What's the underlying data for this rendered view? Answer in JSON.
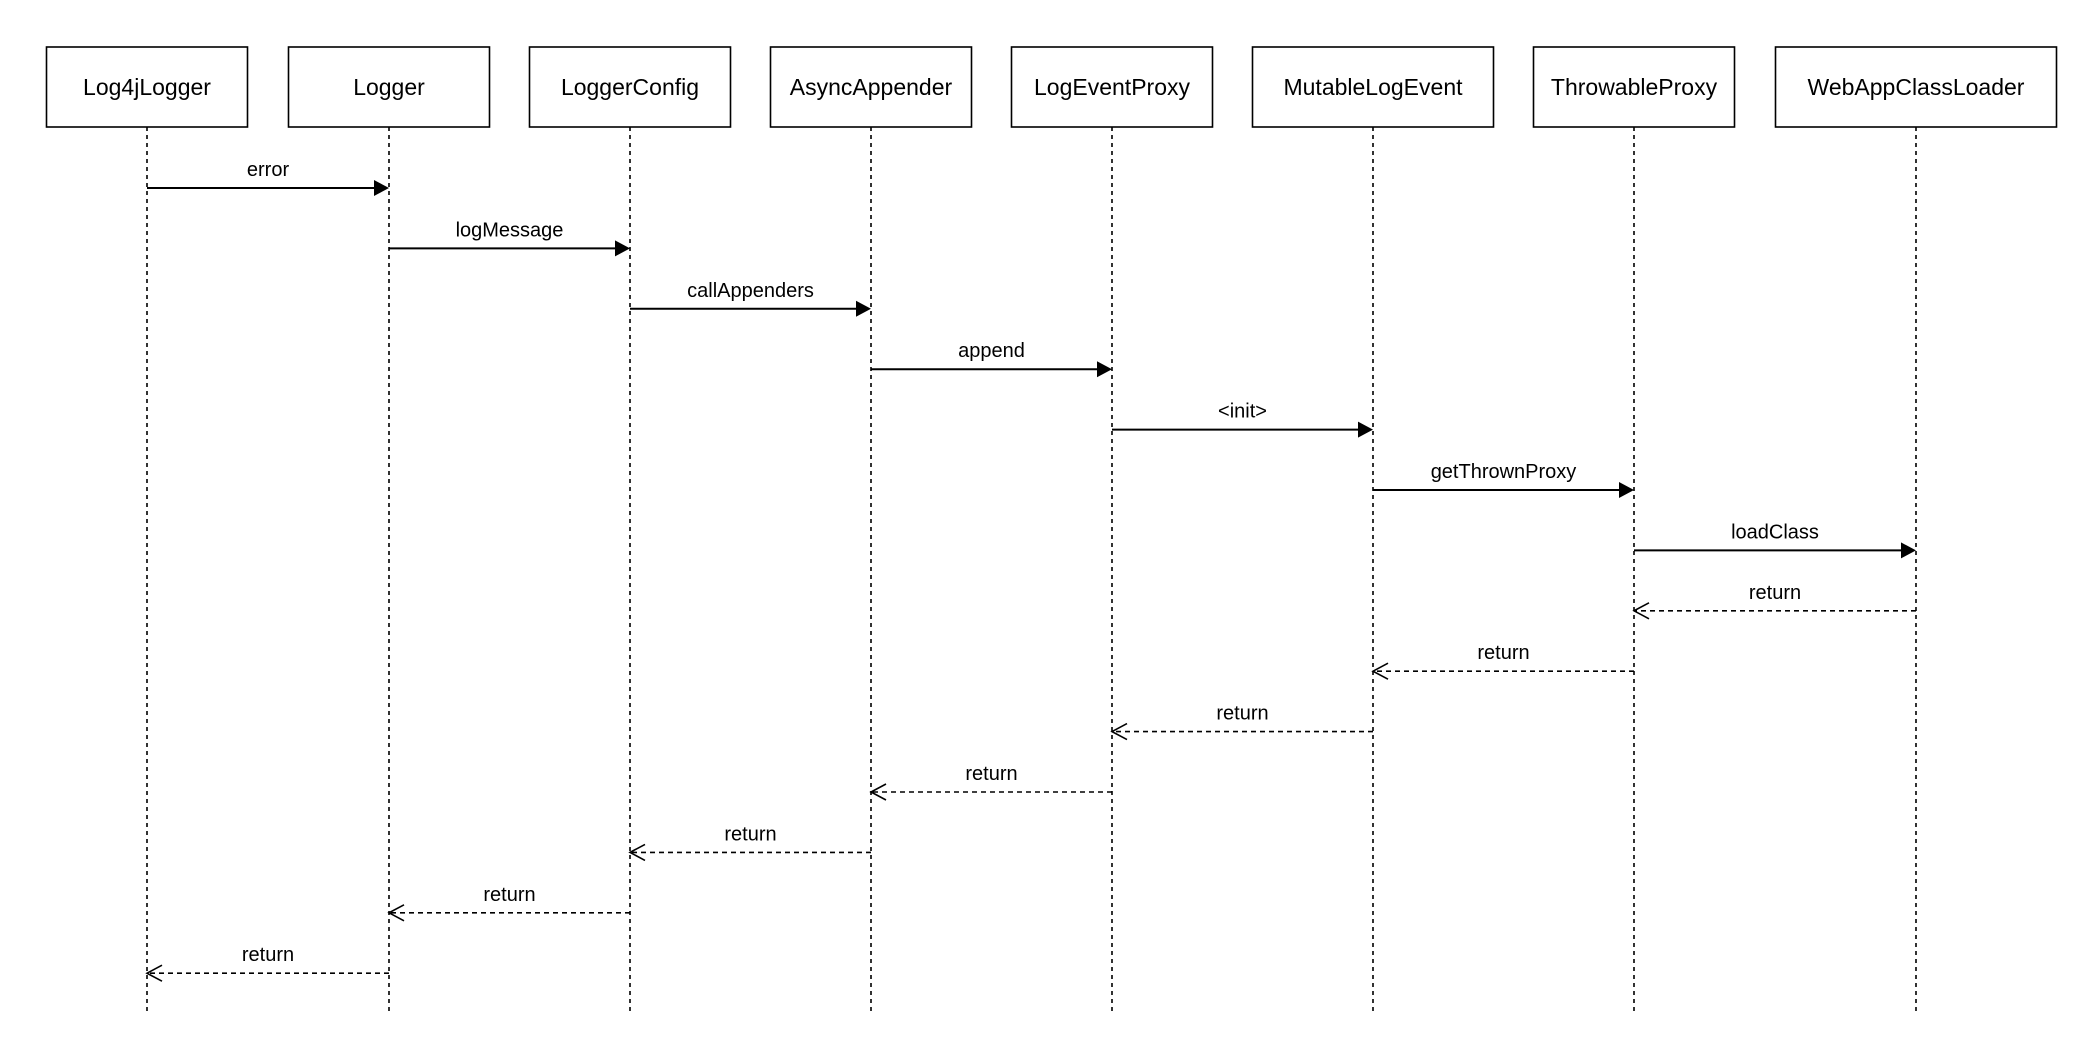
{
  "diagram": {
    "participants": [
      {
        "id": "p0",
        "name": "Log4jLogger"
      },
      {
        "id": "p1",
        "name": "Logger"
      },
      {
        "id": "p2",
        "name": "LoggerConfig"
      },
      {
        "id": "p3",
        "name": "AsyncAppender"
      },
      {
        "id": "p4",
        "name": "LogEventProxy"
      },
      {
        "id": "p5",
        "name": "MutableLogEvent"
      },
      {
        "id": "p6",
        "name": "ThrowableProxy"
      },
      {
        "id": "p7",
        "name": "WebAppClassLoader"
      }
    ],
    "messages": [
      {
        "from": 0,
        "to": 1,
        "label": "error",
        "kind": "call"
      },
      {
        "from": 1,
        "to": 2,
        "label": "logMessage",
        "kind": "call"
      },
      {
        "from": 2,
        "to": 3,
        "label": "callAppenders",
        "kind": "call"
      },
      {
        "from": 3,
        "to": 4,
        "label": "append",
        "kind": "call"
      },
      {
        "from": 4,
        "to": 5,
        "label": "<init>",
        "kind": "call"
      },
      {
        "from": 5,
        "to": 6,
        "label": "getThrownProxy",
        "kind": "call"
      },
      {
        "from": 6,
        "to": 7,
        "label": "loadClass",
        "kind": "call"
      },
      {
        "from": 7,
        "to": 6,
        "label": "return",
        "kind": "return"
      },
      {
        "from": 6,
        "to": 5,
        "label": "return",
        "kind": "return"
      },
      {
        "from": 5,
        "to": 4,
        "label": "return",
        "kind": "return"
      },
      {
        "from": 4,
        "to": 3,
        "label": "return",
        "kind": "return"
      },
      {
        "from": 3,
        "to": 2,
        "label": "return",
        "kind": "return"
      },
      {
        "from": 2,
        "to": 1,
        "label": "return",
        "kind": "return"
      },
      {
        "from": 1,
        "to": 0,
        "label": "return",
        "kind": "return"
      }
    ]
  }
}
